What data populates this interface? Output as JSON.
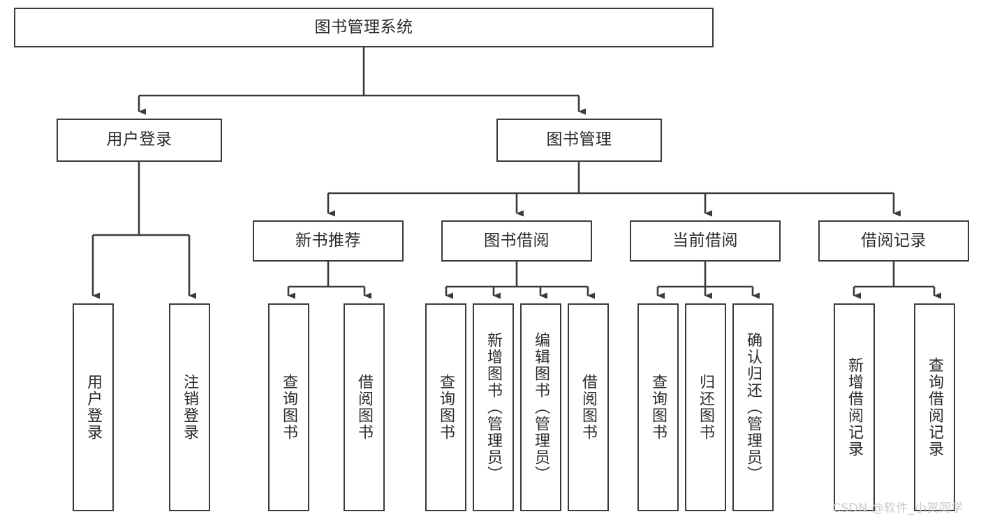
{
  "diagram": {
    "type": "tree-hierarchy-chart",
    "title": "图书管理系统",
    "stroke_color": "#3b3b3b",
    "text_color": "#2b2b2b",
    "background_color": "#ffffff",
    "watermark": "CSDN @软件_小贺同学"
  },
  "nodes": {
    "root": {
      "label": "图书管理系统"
    },
    "level2": [
      {
        "id": "user-login",
        "label": "用户登录"
      },
      {
        "id": "book-manage",
        "label": "图书管理"
      }
    ],
    "level3": [
      {
        "id": "new-book-recommend",
        "label": "新书推荐"
      },
      {
        "id": "book-borrow",
        "label": "图书借阅"
      },
      {
        "id": "current-borrow",
        "label": "当前借阅"
      },
      {
        "id": "borrow-record",
        "label": "借阅记录"
      }
    ],
    "leaves": {
      "user_login": [
        {
          "id": "leaf-user-login",
          "label": "用户登录"
        },
        {
          "id": "leaf-logout-login",
          "label": "注销登录"
        }
      ],
      "new_book_recommend": [
        {
          "id": "leaf-query-book-1",
          "label": "查询图书"
        },
        {
          "id": "leaf-borrow-book-1",
          "label": "借阅图书"
        }
      ],
      "book_borrow": [
        {
          "id": "leaf-query-book-2",
          "label": "查询图书"
        },
        {
          "id": "leaf-add-book",
          "label": "新增图书（管理员）"
        },
        {
          "id": "leaf-edit-book",
          "label": "编辑图书（管理员）"
        },
        {
          "id": "leaf-borrow-book-2",
          "label": "借阅图书"
        }
      ],
      "current_borrow": [
        {
          "id": "leaf-query-book-3",
          "label": "查询图书"
        },
        {
          "id": "leaf-return-book",
          "label": "归还图书"
        },
        {
          "id": "leaf-confirm-return",
          "label": "确认归还（管理员）"
        }
      ],
      "borrow_record": [
        {
          "id": "leaf-add-record",
          "label": "新增借阅记录"
        },
        {
          "id": "leaf-query-record",
          "label": "查询借阅记录"
        }
      ]
    }
  }
}
